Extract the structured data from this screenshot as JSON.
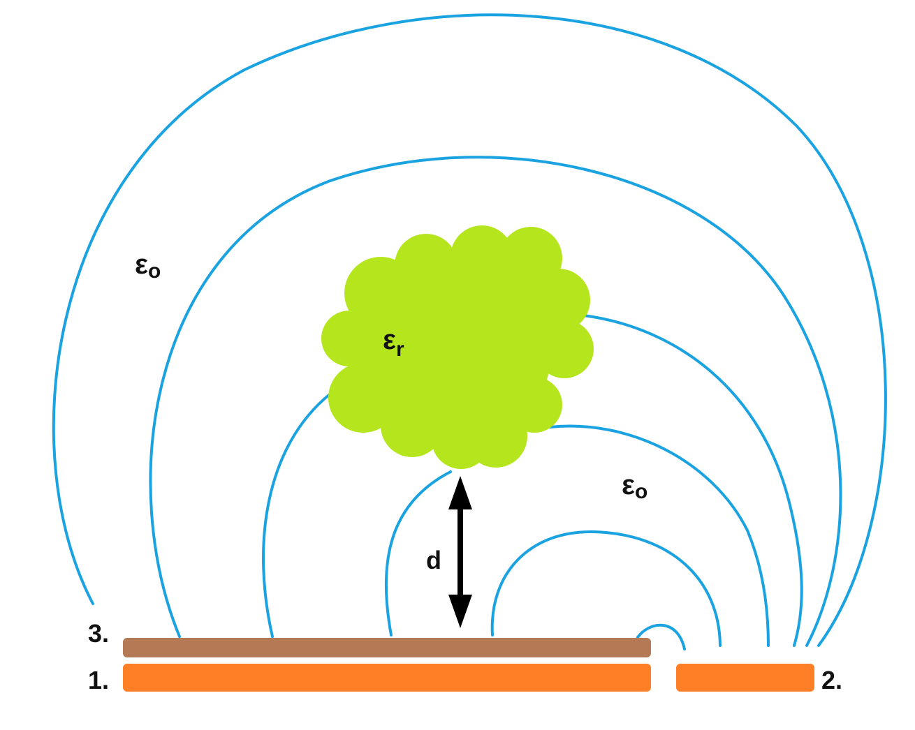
{
  "colors": {
    "field_line": "#1aa3e0",
    "blob": "#b5e61d",
    "electrode_top": "#b57a55",
    "electrode_bottom": "#ff7f27",
    "text": "#111111",
    "arrow": "#000000"
  },
  "labels": {
    "electrode_3": "3.",
    "electrode_1": "1.",
    "electrode_2": "2.",
    "distance": "d",
    "eps_symbol": "ε",
    "eps_outer_sub": "o",
    "eps_inner_sub": "o",
    "eps_blob_sub": "r"
  }
}
